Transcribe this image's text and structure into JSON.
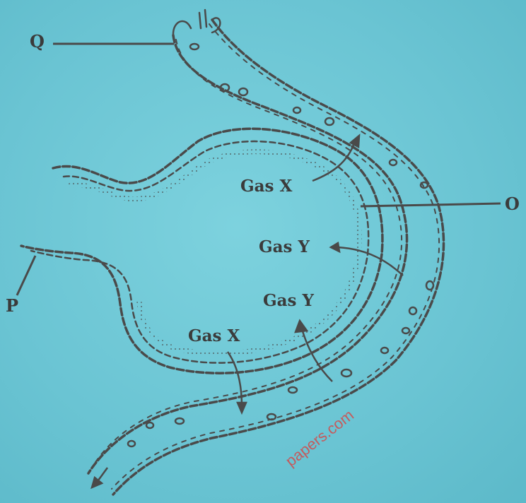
{
  "labels": {
    "q": "Q",
    "p": "P",
    "o": "O",
    "gas_x_upper": "Gas X",
    "gas_y_upper": "Gas Y",
    "gas_y_lower": "Gas Y",
    "gas_x_lower": "Gas X"
  },
  "watermark": "papers.com",
  "colors": {
    "background": "#6cc8d6",
    "ink": "#4a4a4a",
    "watermark": "#d34b4b"
  }
}
